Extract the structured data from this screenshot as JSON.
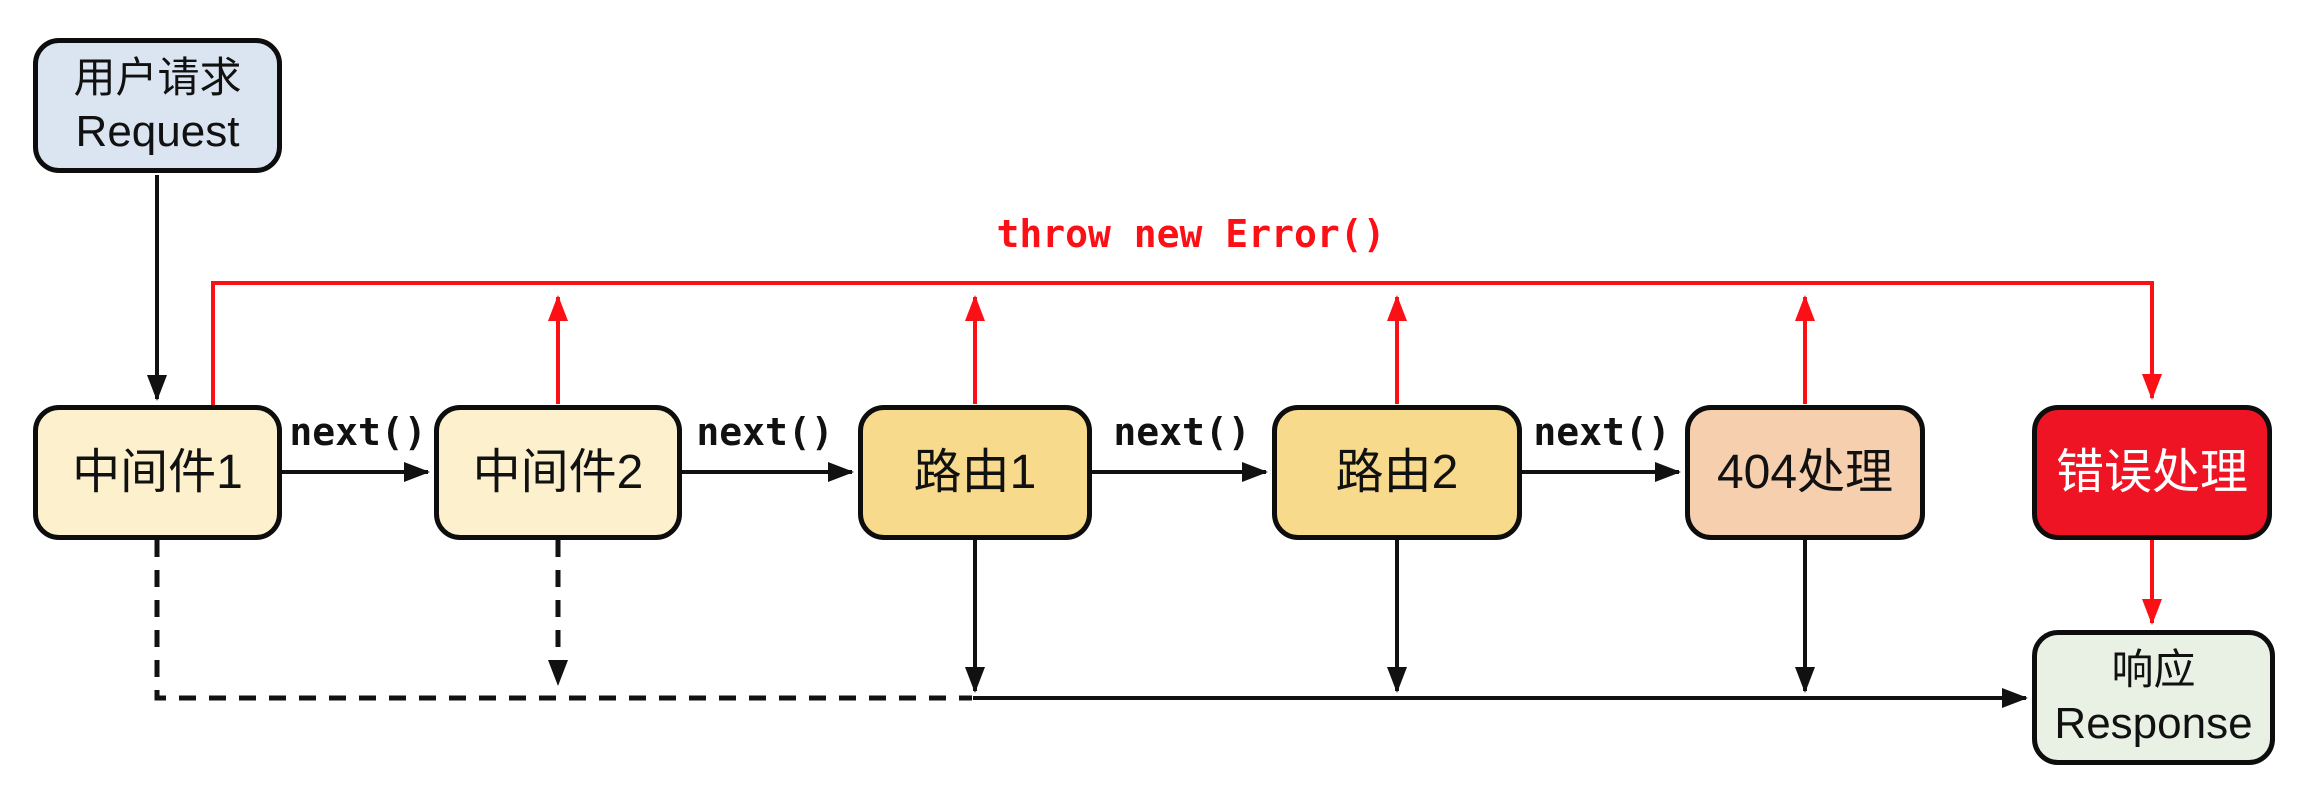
{
  "colors": {
    "request_fill": "#dbe5f1",
    "middleware_fill": "#fdf1cd",
    "route_fill": "#f8da8c",
    "notfound_fill": "#f6cfae",
    "error_fill": "#ee1424",
    "response_fill": "#e9f0e4",
    "error_red": "#fb1016",
    "line_black": "#111111",
    "node_border": "#0d0d0d"
  },
  "nodes": {
    "request": {
      "line1": "用户请求",
      "line2": "Request"
    },
    "middleware1": {
      "label": "中间件1"
    },
    "middleware2": {
      "label": "中间件2"
    },
    "route1": {
      "label": "路由1"
    },
    "route2": {
      "label": "路由2"
    },
    "notfound": {
      "label": "404处理"
    },
    "error": {
      "label": "错误处理"
    },
    "response": {
      "line1": "响应",
      "line2": "Response"
    }
  },
  "edges": {
    "throw_label": "throw new Error()",
    "next_label_1": "next()",
    "next_label_2": "next()",
    "next_label_3": "next()",
    "next_label_4": "next()"
  }
}
